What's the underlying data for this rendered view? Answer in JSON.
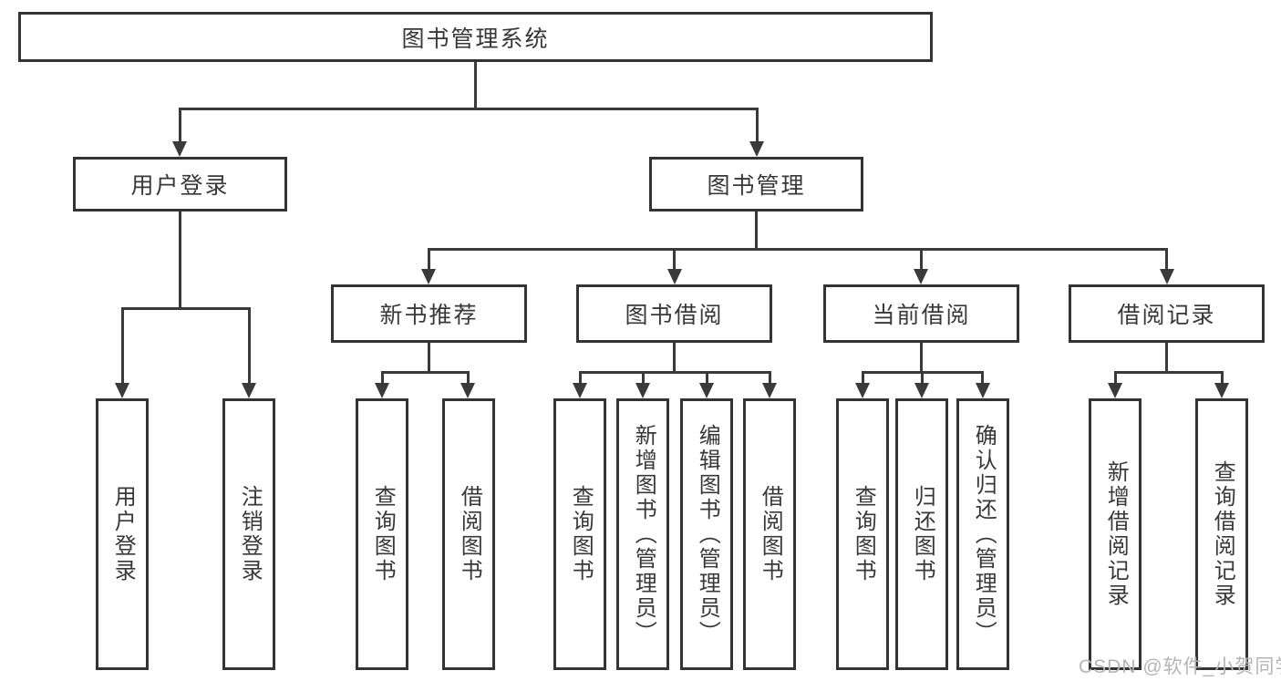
{
  "nodes": {
    "root": "图书管理系统",
    "user_login": "用户登录",
    "book_management": "图书管理",
    "new_book_recommend": "新书推荐",
    "book_borrow": "图书借阅",
    "current_borrow": "当前借阅",
    "borrow_records": "借阅记录",
    "ul_user_login": "用户登录",
    "ul_logout": "注销登录",
    "nb_query_book": "查询图书",
    "nb_borrow_book": "借阅图书",
    "bb_query_book": "查询图书",
    "bb_add_book": "新增图书（管理员）",
    "bb_edit_book": "编辑图书（管理员）",
    "bb_borrow_book": "借阅图书",
    "cb_query_book": "查询图书",
    "cb_return_book": "归还图书",
    "cb_confirm_return": "确认归还（管理员）",
    "br_add_record": "新增借阅记录",
    "br_query_record": "查询借阅记录"
  },
  "hierarchy": {
    "图书管理系统": {
      "用户登录": [
        "用户登录",
        "注销登录"
      ],
      "图书管理": {
        "新书推荐": [
          "查询图书",
          "借阅图书"
        ],
        "图书借阅": [
          "查询图书",
          "新增图书（管理员）",
          "编辑图书（管理员）",
          "借阅图书"
        ],
        "当前借阅": [
          "查询图书",
          "归还图书",
          "确认归还（管理员）"
        ],
        "借阅记录": [
          "新增借阅记录",
          "查询借阅记录"
        ]
      }
    }
  },
  "watermark": "CSDN @软件_小贺同学",
  "colors": {
    "line": "#3a3a3a",
    "box_border": "#333333",
    "text": "#383838",
    "watermark_text": "#b5b5b5",
    "background": "#ffffff"
  }
}
